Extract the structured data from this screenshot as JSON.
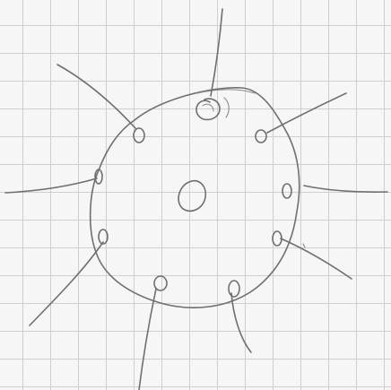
{
  "drawing": {
    "subject": "pencil-sketch-round-cell-with-radiating-lines",
    "colors": {
      "paper": "#f6f6f6",
      "grid": "#cfcfcf",
      "pencil": "#6f6f6f"
    },
    "spoke_count": 9,
    "small_circle_count": 9
  }
}
